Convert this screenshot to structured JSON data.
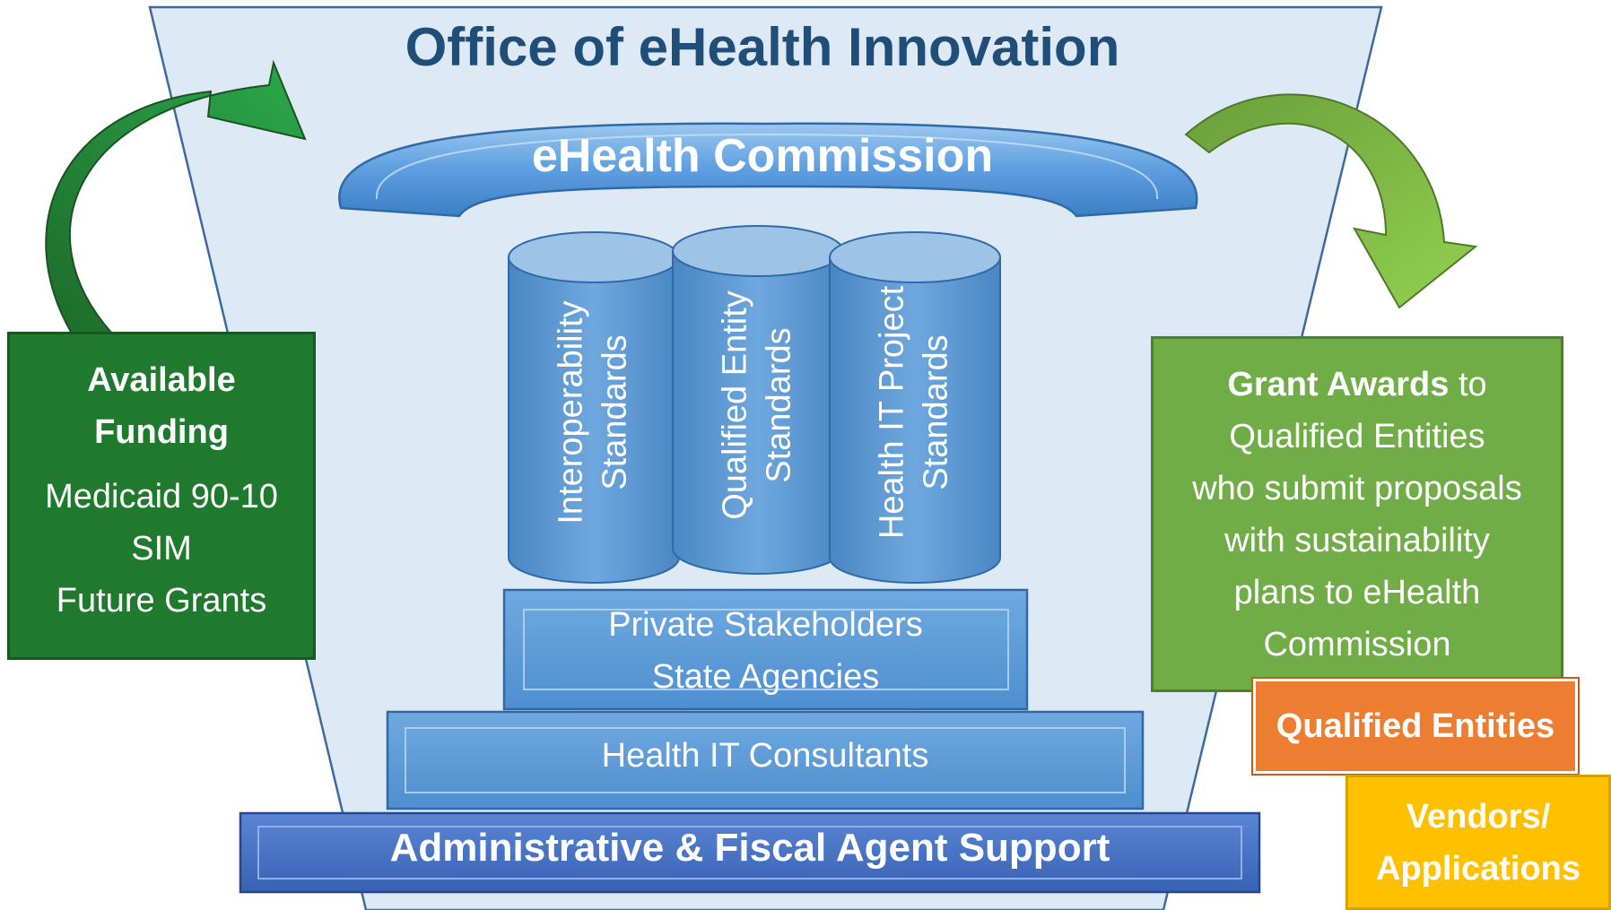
{
  "title": "Office of eHealth Innovation",
  "commission": {
    "bold": "eHealth",
    "rest": "Commission"
  },
  "pillars": [
    {
      "line1": "Interoperability",
      "line2": "Standards"
    },
    {
      "line1": "Qualified Entity",
      "line2": "Standards"
    },
    {
      "line1": "Health IT Project",
      "line2": "Standards"
    }
  ],
  "tiers": {
    "stakeholders": {
      "line1": "Private Stakeholders",
      "line2": "State Agencies"
    },
    "consultants": "Health IT Consultants",
    "admin": "Administrative & Fiscal Agent Support"
  },
  "funding": {
    "heading1": "Available",
    "heading2": "Funding",
    "items": [
      "Medicaid 90-10",
      "SIM",
      "Future Grants"
    ]
  },
  "grants": {
    "bold": "Grant Awards",
    "rest": " to",
    "lines": [
      "Qualified Entities",
      "who submit proposals",
      "with sustainability",
      "plans to eHealth",
      "Commission"
    ]
  },
  "qualified_entities": "Qualified Entities",
  "vendors": {
    "line1": "Vendors/",
    "line2": "Applications"
  },
  "colors": {
    "funnel": "#dde9f5",
    "title": "#1f4e79",
    "pillar": "#5b9bd5",
    "admin": "#4472c4",
    "funding": "#1f7a2e",
    "grants": "#70ad47",
    "qualified": "#ed7d31",
    "vendors": "#ffc000"
  }
}
